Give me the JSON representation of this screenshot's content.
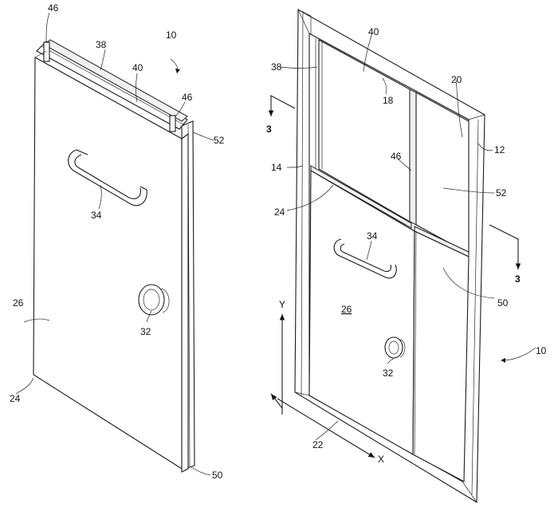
{
  "left_view": {
    "labels": {
      "n10": "10",
      "n46_top": "46",
      "n38": "38",
      "n40": "40",
      "n46_mid": "46",
      "n52": "52",
      "n34": "34",
      "n26": "26",
      "n32": "32",
      "n24": "24",
      "n50": "50"
    }
  },
  "right_view": {
    "labels": {
      "n40": "40",
      "n38": "38",
      "n20": "20",
      "n18": "18",
      "n3_left": "3",
      "n12": "12",
      "n46": "46",
      "n14": "14",
      "n52": "52",
      "n24": "24",
      "n34": "34",
      "n3_right": "3",
      "n50": "50",
      "axis_y": "Y",
      "n26": "26",
      "n10": "10",
      "n32": "32",
      "n22": "22",
      "axis_x": "X"
    }
  }
}
